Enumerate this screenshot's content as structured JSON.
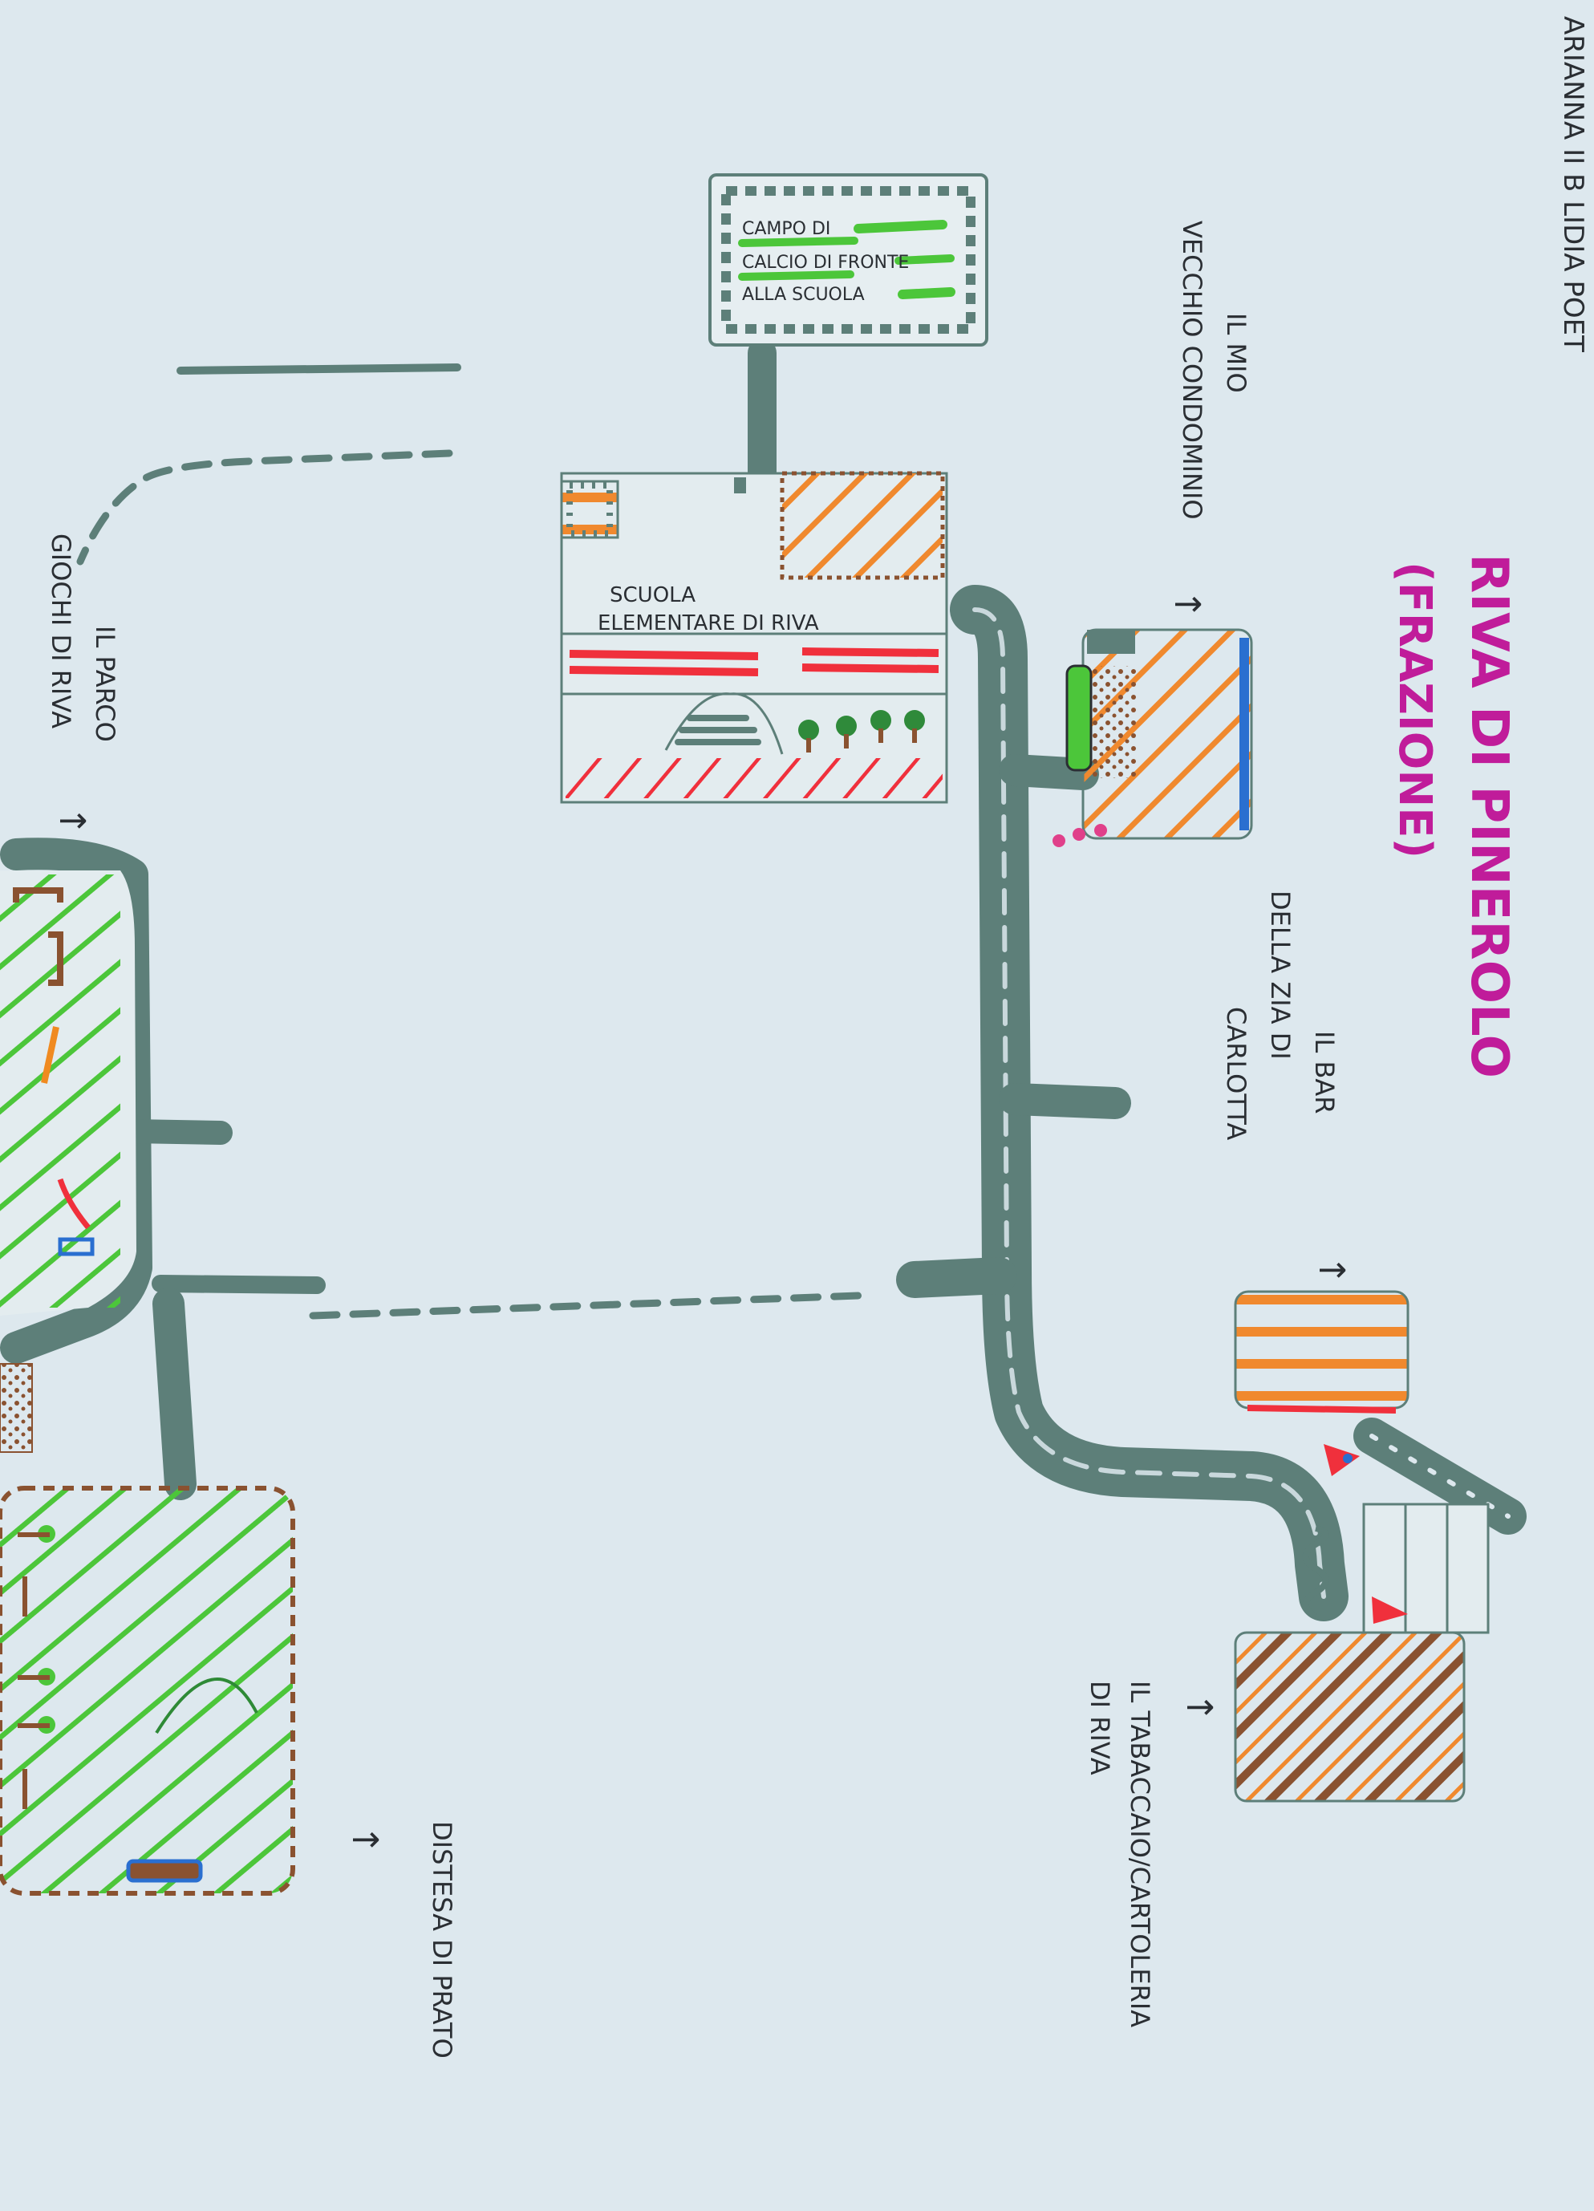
{
  "map": {
    "title": "RIVA DI PINEROLO",
    "subtitle": "(FRAZIONE)",
    "author": "ARIANNA II B LIDIA POET",
    "colors": {
      "paper": "#dde8ee",
      "road": "#5d7f79",
      "orange": "#f0892e",
      "green": "#4cc63a",
      "red": "#f0303c",
      "brown": "#8a5230",
      "magenta": "#c01c9a",
      "blue": "#2a6fd0"
    },
    "labels": {
      "campo_line1": "CAMPO DI",
      "campo_line2": "CALCIO DI FRONTE",
      "campo_line3": "ALLA SCUOLA",
      "condominio_line1": "IL MIO",
      "condominio_line2": "VECCHIO CONDOMINIO",
      "scuola_line1": "SCUOLA",
      "scuola_line2": "ELEMENTARE DI RIVA",
      "bar_line1": "IL BAR",
      "bar_line2": "DELLA ZIA DI",
      "bar_line3": "CARLOTTA",
      "parco_line1": "IL PARCO",
      "parco_line2": "GIOCHI DI RIVA",
      "tabaccaio_line1": "IL TABACCAIO/CARTOLERIA",
      "tabaccaio_line2": "DI RIVA",
      "prato": "DISTESA DI PRATO"
    },
    "markers": {
      "pointer_glyph": "↑"
    }
  }
}
